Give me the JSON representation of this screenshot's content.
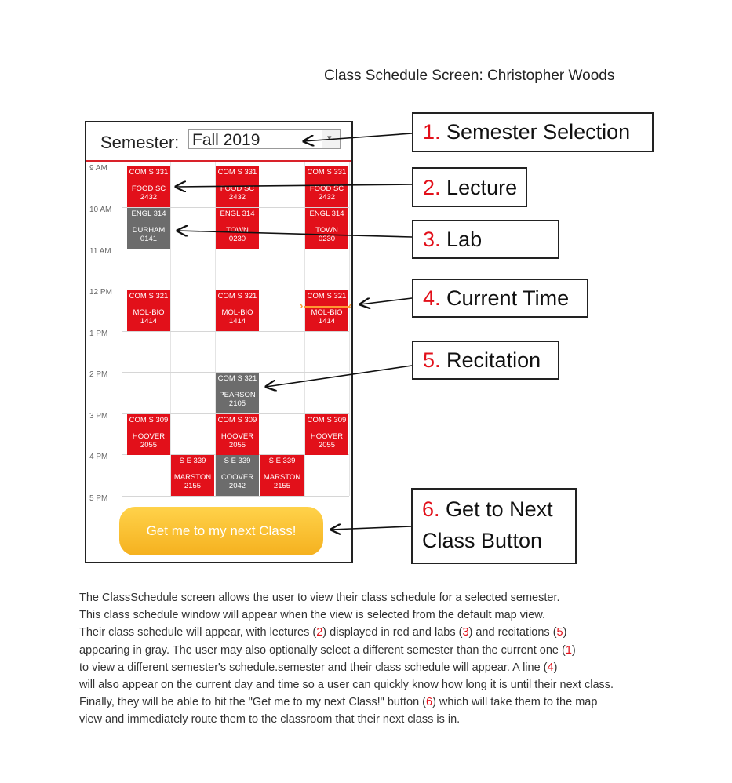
{
  "doc_title": "Class Schedule Screen: Christopher Woods",
  "semester": {
    "label": "Semester:",
    "value": "Fall 2019",
    "dropdown_icon": "chevron-down-icon"
  },
  "times": [
    "9 AM",
    "10 AM",
    "11 AM",
    "12 PM",
    "1 PM",
    "2 PM",
    "3 PM",
    "4 PM",
    "5 PM"
  ],
  "blocks": [
    {
      "course": "COM S 331",
      "building": "FOOD SC",
      "room": "2432",
      "kind": "lecture"
    },
    {
      "course": "COM S 331",
      "building": "FOOD SC",
      "room": "2432",
      "kind": "lecture"
    },
    {
      "course": "COM S 331",
      "building": "FOOD SC",
      "room": "2432",
      "kind": "lecture"
    },
    {
      "course": "ENGL 314",
      "building": "DURHAM",
      "room": "0141",
      "kind": "lab"
    },
    {
      "course": "ENGL 314",
      "building": "TOWN",
      "room": "0230",
      "kind": "lecture"
    },
    {
      "course": "ENGL 314",
      "building": "TOWN",
      "room": "0230",
      "kind": "lecture"
    },
    {
      "course": "COM S 321",
      "building": "MOL-BIO",
      "room": "1414",
      "kind": "lecture"
    },
    {
      "course": "COM S 321",
      "building": "MOL-BIO",
      "room": "1414",
      "kind": "lecture"
    },
    {
      "course": "COM S 321",
      "building": "MOL-BIO",
      "room": "1414",
      "kind": "lecture"
    },
    {
      "course": "COM S 321",
      "building": "PEARSON",
      "room": "2105",
      "kind": "recitation"
    },
    {
      "course": "COM S 309",
      "building": "HOOVER",
      "room": "2055",
      "kind": "lecture"
    },
    {
      "course": "COM S 309",
      "building": "HOOVER",
      "room": "2055",
      "kind": "lecture"
    },
    {
      "course": "COM S 309",
      "building": "HOOVER",
      "room": "2055",
      "kind": "lecture"
    },
    {
      "course": "S E 339",
      "building": "MARSTON",
      "room": "2155",
      "kind": "lecture"
    },
    {
      "course": "S E 339",
      "building": "COOVER",
      "room": "2042",
      "kind": "lab"
    },
    {
      "course": "S E 339",
      "building": "MARSTON",
      "room": "2155",
      "kind": "lecture"
    }
  ],
  "next_button": "Get me to my next Class!",
  "callouts": [
    {
      "num": "1.",
      "text": "Semester Selection"
    },
    {
      "num": "2.",
      "text": "Lecture"
    },
    {
      "num": "3.",
      "text": "Lab"
    },
    {
      "num": "4.",
      "text": "Current Time"
    },
    {
      "num": "5.",
      "text": "Recitation"
    },
    {
      "num": "6.",
      "text": "Get to Next",
      "text2": "Class Button"
    }
  ],
  "paragraph": {
    "l1": "The ClassSchedule screen allows the user to view their class schedule for a selected semester.",
    "l2": "This class schedule window will appear when the view is selected from the default map view.",
    "l3a": "Their class schedule will appear, with lectures (",
    "l3r1": "2",
    "l3b": ") displayed in red and labs (",
    "l3r2": "3",
    "l3c": ") and recitations (",
    "l3r3": "5",
    "l3d": ")",
    "l4a": "appearing in gray. The user may also optionally select a different semester than the current one (",
    "l4r": "1",
    "l4b": ")",
    "l5": "to view a different semester's schedule.semester  and their class schedule will appear. A line (",
    "l5r": "4",
    "l5b": ")",
    "l6": "will also appear on the current day and time so a user can quickly know how long it is until their next class.",
    "l7a": "Finally, they will be able to hit the \"Get me to my next Class!\" button (",
    "l7r": "6",
    "l7b": ") which will take them to the map",
    "l8": "view and immediately route them to the classroom that their next class is in."
  },
  "colors": {
    "lecture": "#e2101a",
    "lab": "#6c6c6c",
    "accent": "#e2101a",
    "button": "#f5b11f",
    "current_time": "#ff9933"
  }
}
